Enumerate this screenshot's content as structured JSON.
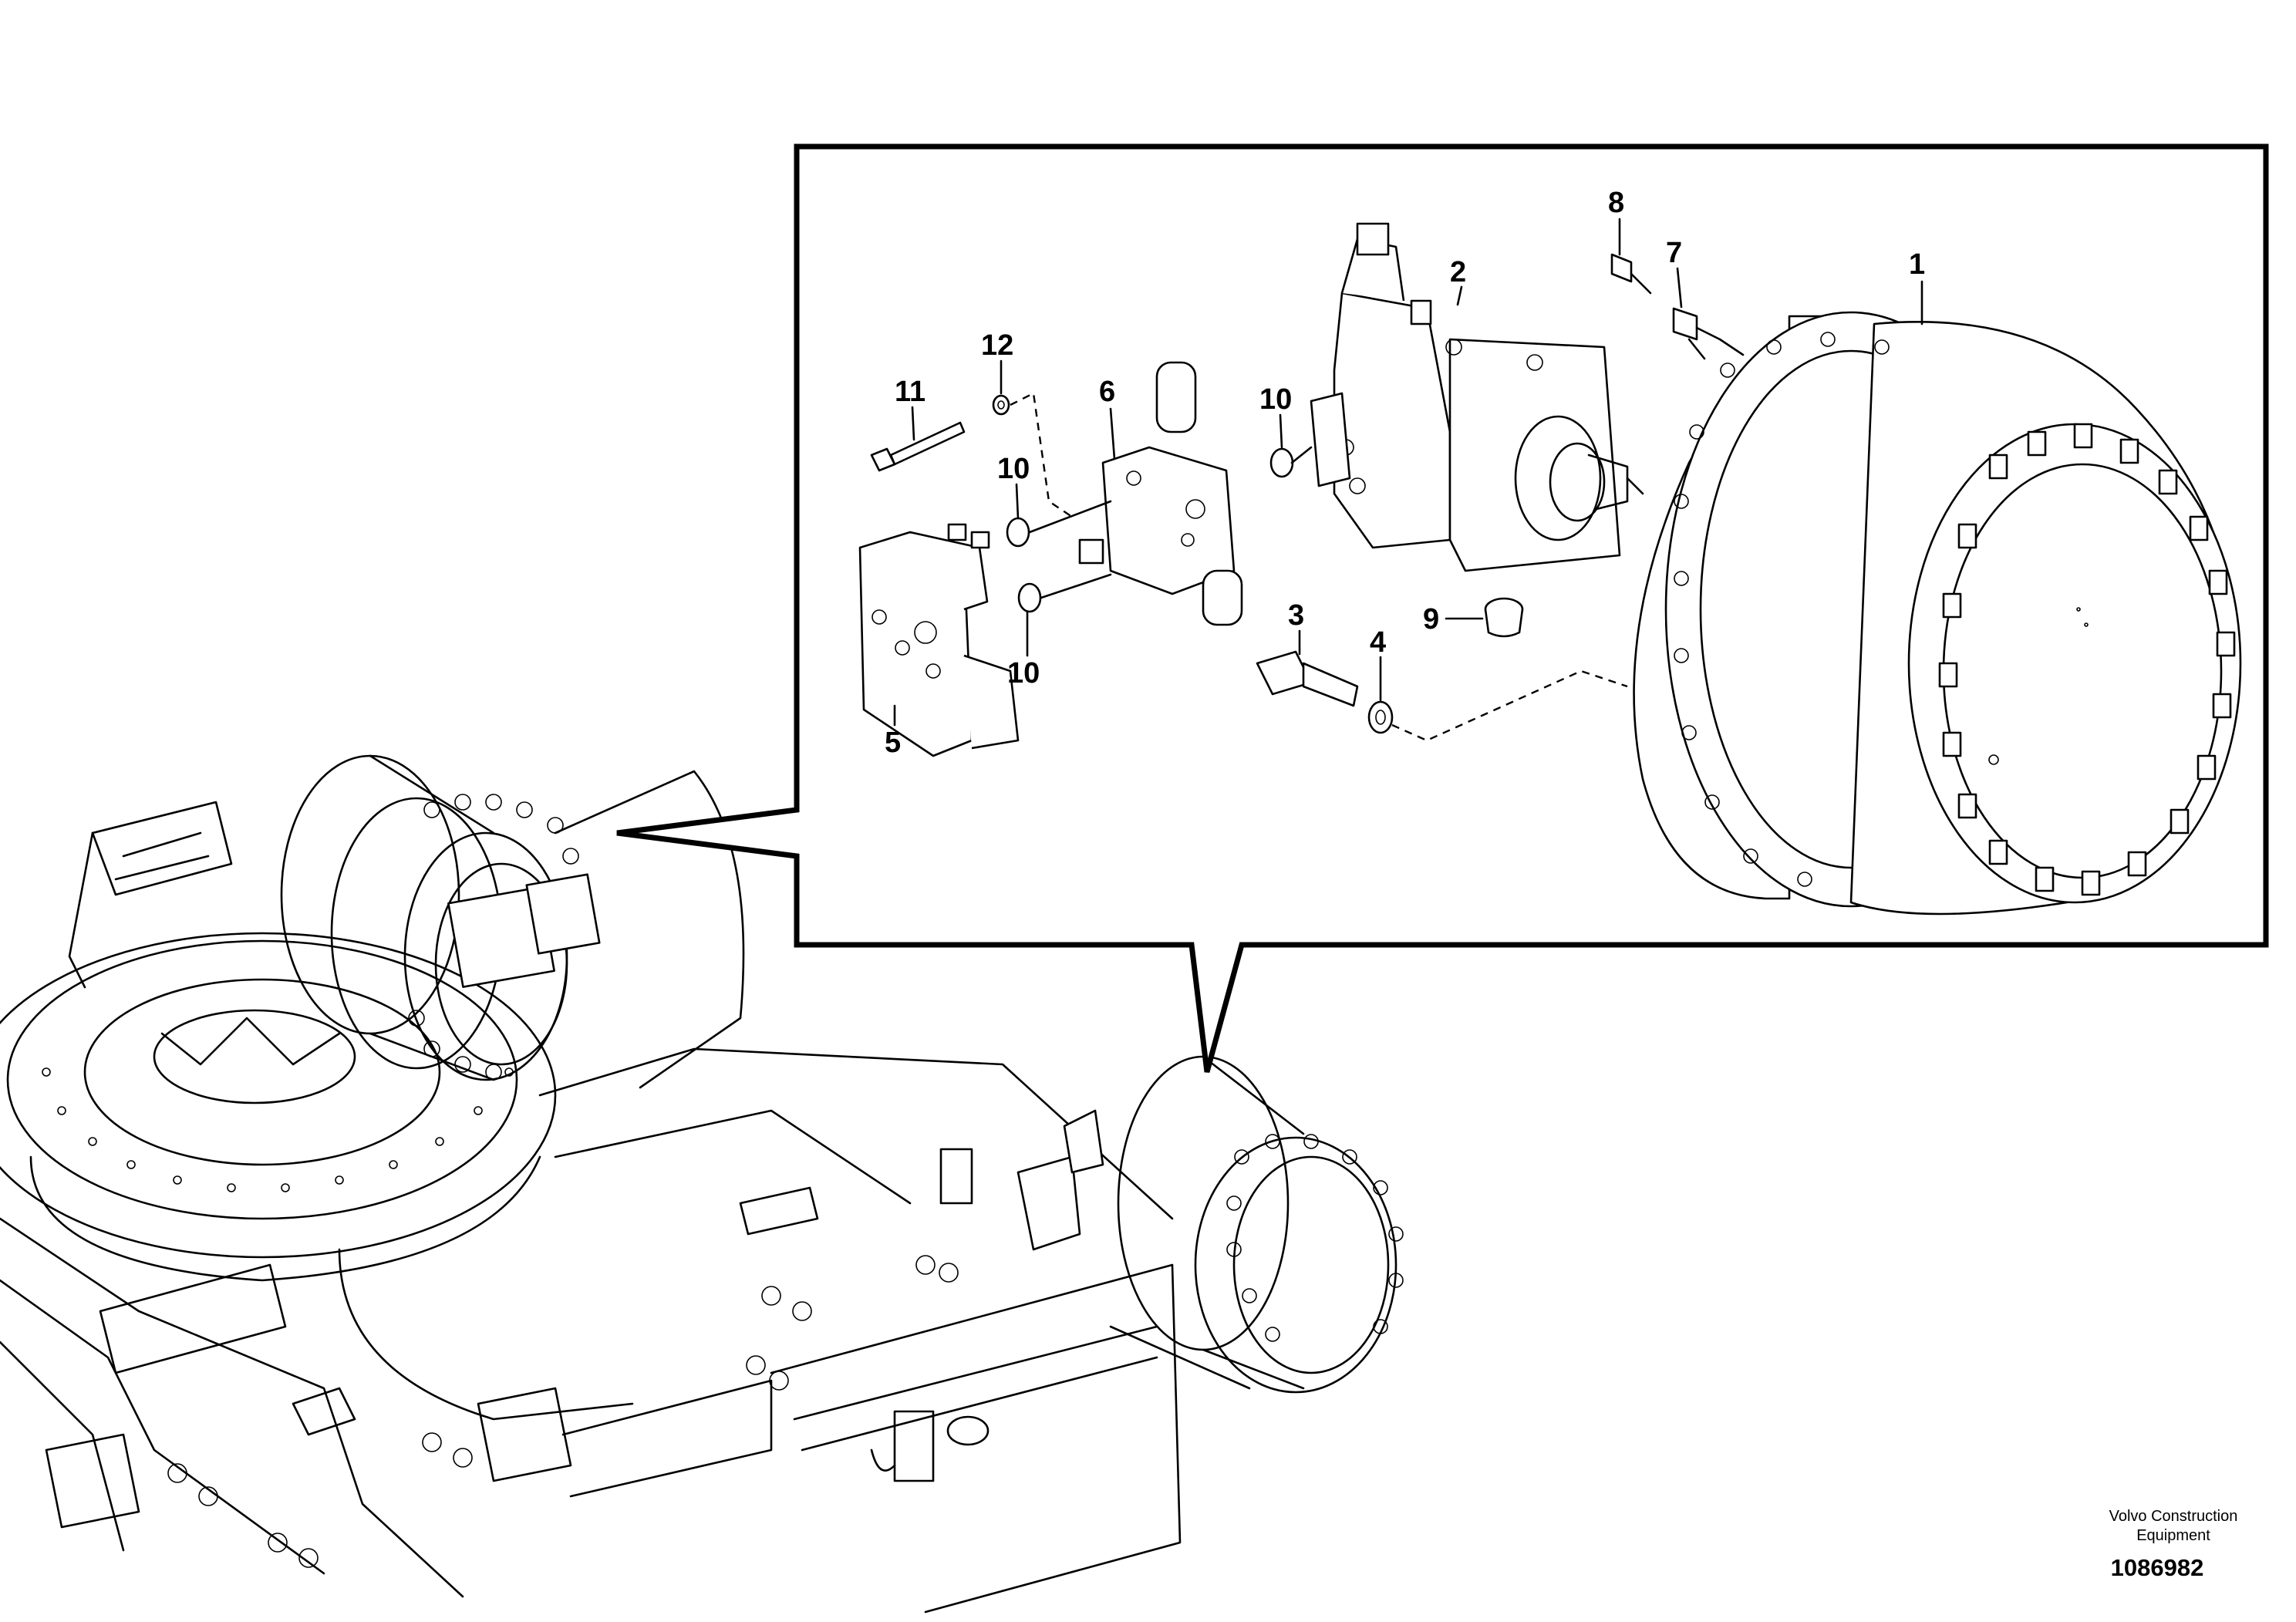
{
  "callouts": {
    "p1": "1",
    "p2": "2",
    "p3": "3",
    "p4": "4",
    "p5": "5",
    "p6": "6",
    "p7": "7",
    "p8": "8",
    "p9": "9",
    "p10a": "10",
    "p10b": "10",
    "p10c": "10",
    "p11": "11",
    "p12": "12"
  },
  "footer": {
    "brand_line1": "Volvo Construction",
    "brand_line2": "Equipment",
    "doc_number": "1086982"
  }
}
